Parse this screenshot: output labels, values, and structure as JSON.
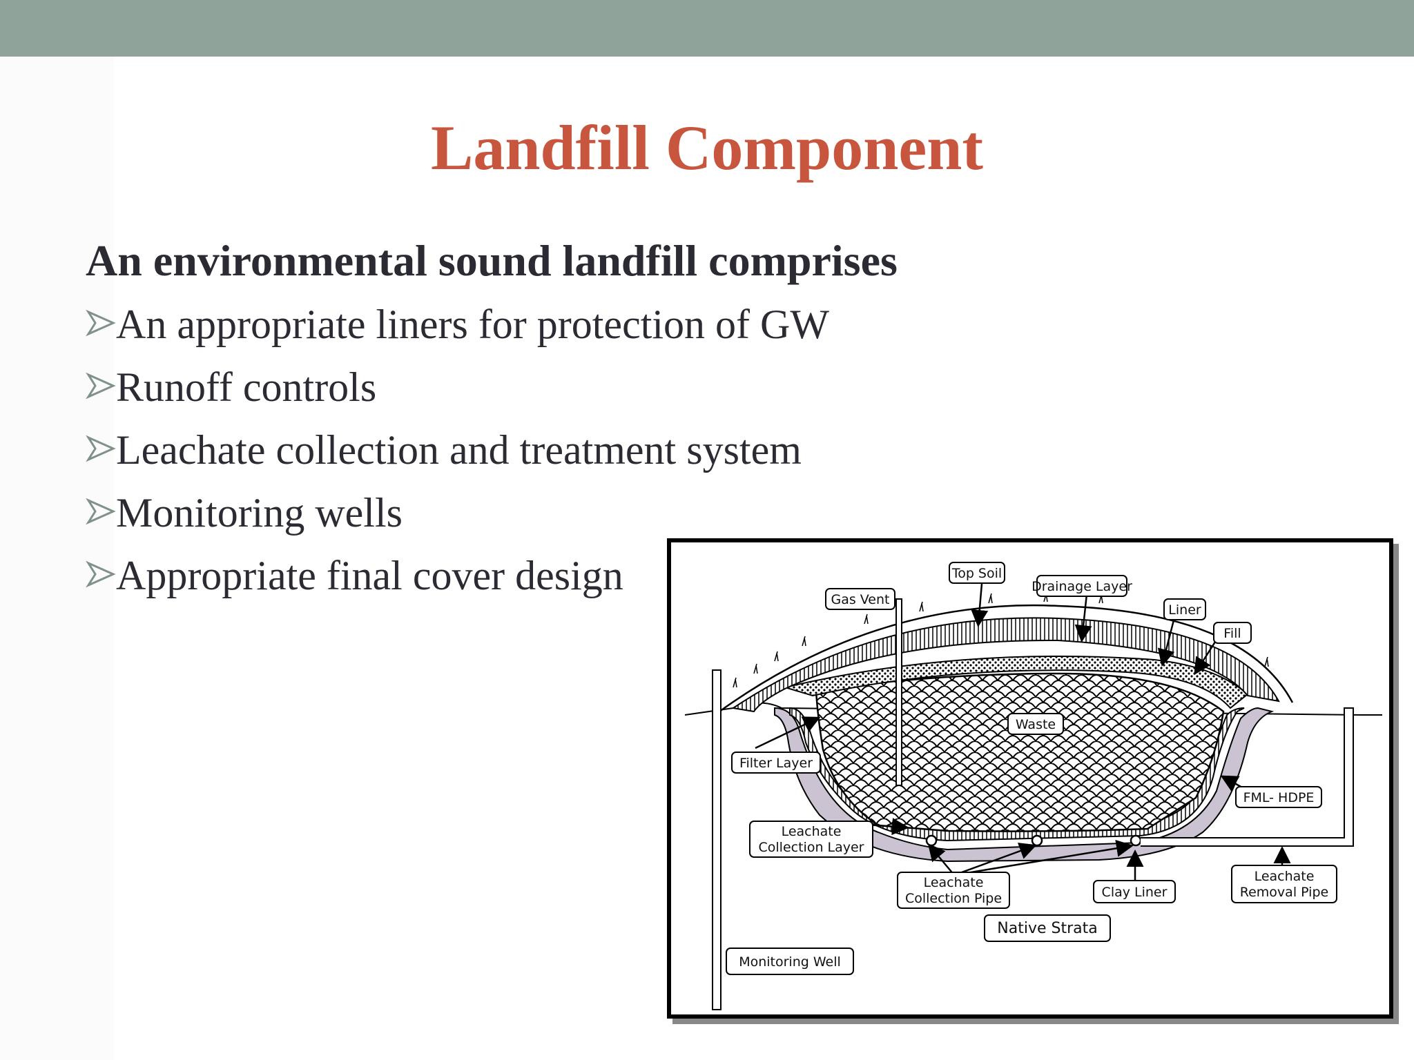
{
  "slide": {
    "title": "Landfill Component",
    "subtitle": "An environmental sound landfill comprises",
    "bullets": [
      "An appropriate liners for protection of GW",
      "Runoff controls",
      "Leachate collection and treatment system",
      "Monitoring wells",
      "Appropriate final cover design"
    ],
    "bullet_icon": "arrowhead-bullet-icon",
    "colors": {
      "topbar": "#8fa39a",
      "title": "#c8553d",
      "text": "#2b2b33"
    }
  },
  "diagram": {
    "labels": {
      "top_soil": "Top Soil",
      "drainage_layer": "Drainage Layer",
      "gas_vent": "Gas Vent",
      "liner": "Liner",
      "fill": "Fill",
      "waste": "Waste",
      "filter_layer": "Filter Layer",
      "fml_hdpe": "FML- HDPE",
      "leachate_collection_layer": [
        "Leachate",
        "Collection Layer"
      ],
      "leachate_collection_pipe": [
        "Leachate",
        "Collection Pipe"
      ],
      "clay_liner": "Clay Liner",
      "leachate_removal_pipe": [
        "Leachate",
        "Removal Pipe"
      ],
      "native_strata": "Native Strata",
      "monitoring_well": "Monitoring Well"
    }
  }
}
